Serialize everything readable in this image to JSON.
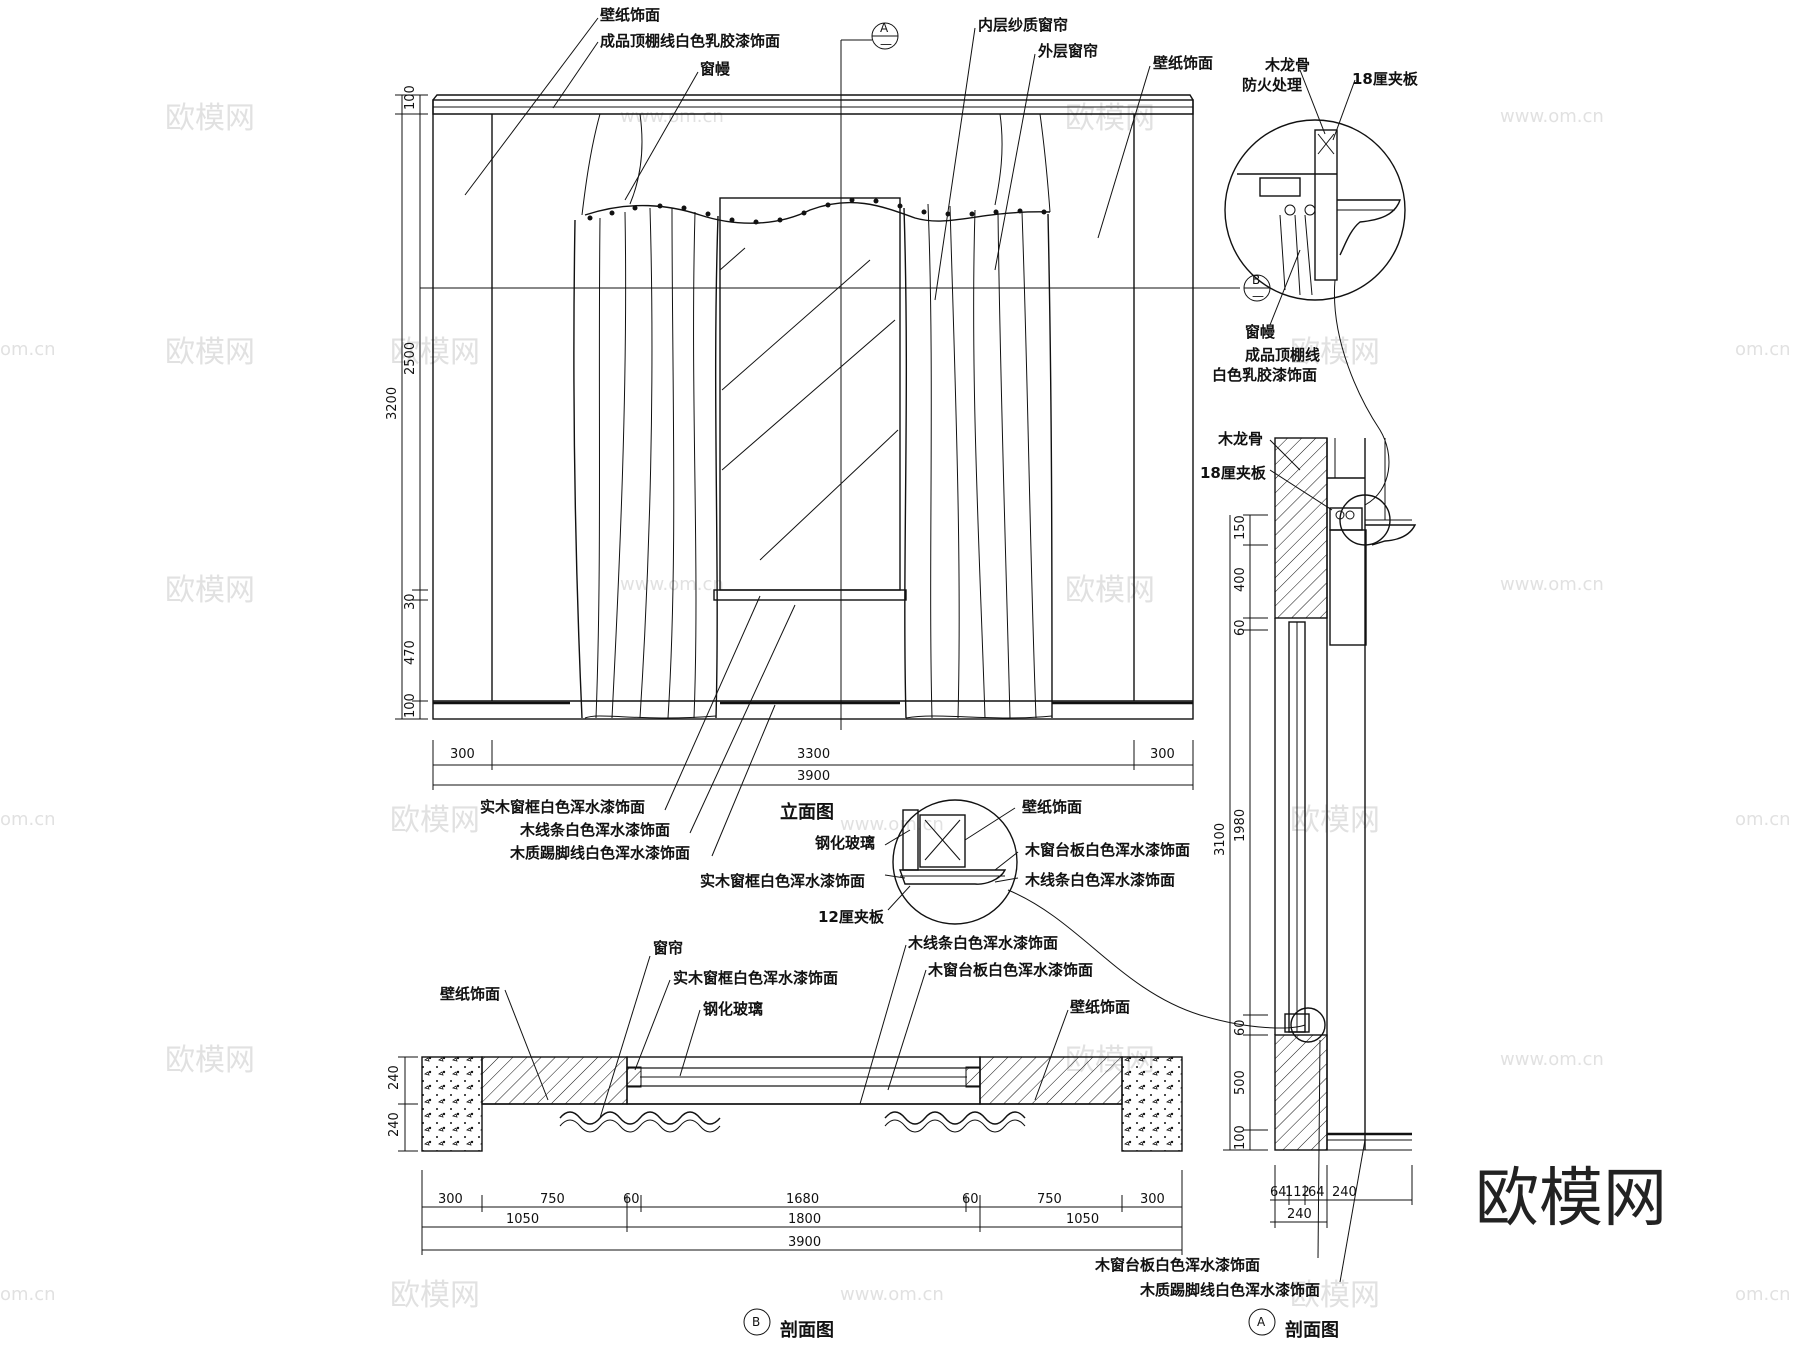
{
  "elevation": {
    "title": "立面图",
    "labels": {
      "wallpaper_top": "壁纸饰面",
      "ceiling_line": "成品顶棚线白色乳胶漆饰面",
      "valance": "窗幔",
      "inner_curtain": "内层纱质窗帘",
      "outer_curtain": "外层窗帘",
      "wallpaper_right": "壁纸饰面",
      "frame": "实木窗框白色浑水漆饰面",
      "moulding": "木线条白色浑水漆饰面",
      "skirting": "木质踢脚线白色浑水漆饰面"
    },
    "dims_v": [
      "100",
      "2500",
      "3200",
      "30",
      "470",
      "100"
    ],
    "dims_h": [
      "300",
      "3300",
      "300",
      "3900"
    ],
    "section_mark_a": "A",
    "section_mark_b": "B",
    "mark_dash": "—"
  },
  "detail_top": {
    "labels": {
      "keel_fire": "木龙骨",
      "fireproof": "防火处理",
      "plywood18": "18厘夹板",
      "valance": "窗幔",
      "ceiling_a": "成品顶棚线",
      "ceiling_b": "白色乳胶漆饰面"
    }
  },
  "detail_sill": {
    "labels": {
      "wallpaper": "壁纸饰面",
      "glass": "钢化玻璃",
      "sill_board": "木窗台板白色浑水漆饰面",
      "frame": "实木窗框白色浑水漆饰面",
      "moulding": "木线条白色浑水漆饰面",
      "plywood12": "12厘夹板"
    }
  },
  "plan_section": {
    "title": "剖面图",
    "mark": "B",
    "labels": {
      "curtain": "窗帘",
      "wallpaper_left": "壁纸饰面",
      "frame": "实木窗框白色浑水漆饰面",
      "glass": "钢化玻璃",
      "moulding": "木线条白色浑水漆饰面",
      "sill_board": "木窗台板白色浑水漆饰面",
      "wallpaper_right": "壁纸饰面"
    },
    "dims_row1": [
      "300",
      "750",
      "60",
      "1680",
      "60",
      "750",
      "300"
    ],
    "dims_row2": [
      "1050",
      "1800",
      "1050"
    ],
    "dims_total": "3900",
    "dims_v": [
      "240",
      "240"
    ]
  },
  "side_section": {
    "title": "剖面图",
    "mark": "A",
    "labels": {
      "keel": "木龙骨",
      "plywood18": "18厘夹板",
      "sill_board": "木窗台板白色浑水漆饰面",
      "skirting": "木质踢脚线白色浑水漆饰面"
    },
    "dims_v": [
      "150",
      "400",
      "60",
      "1980",
      "3100",
      "60",
      "500",
      "100"
    ],
    "dims_h_a": "64",
    "dims_h_b": "112",
    "dims_h_c": "64",
    "dims_h_d": "240",
    "dims_h_total": "240"
  },
  "watermark": {
    "brand": "欧模网",
    "site": "www.om.cn",
    "site_short": "om.cn"
  }
}
